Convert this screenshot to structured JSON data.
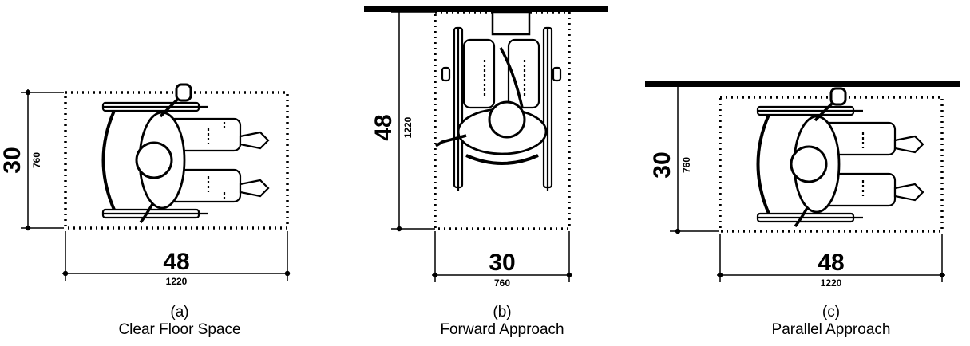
{
  "panels": [
    {
      "letter": "(a)",
      "title": "Clear Floor Space",
      "width_in": "48",
      "width_mm": "1220",
      "depth_in": "30",
      "depth_mm": "760"
    },
    {
      "letter": "(b)",
      "title": "Forward Approach",
      "width_in": "30",
      "width_mm": "760",
      "depth_in": "48",
      "depth_mm": "1220"
    },
    {
      "letter": "(c)",
      "title": "Parallel Approach",
      "width_in": "48",
      "width_mm": "1220",
      "depth_in": "30",
      "depth_mm": "760"
    }
  ],
  "colors": {
    "ink": "#000000",
    "background": "#ffffff"
  },
  "icons": [
    "wheelchair-user-top-view-icon",
    "wall-line"
  ]
}
